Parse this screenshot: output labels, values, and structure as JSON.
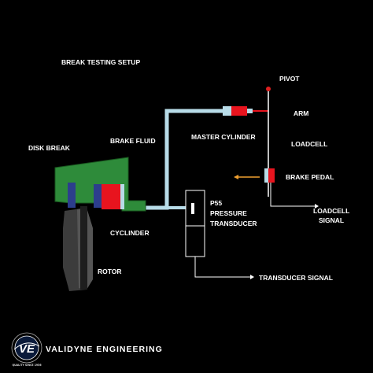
{
  "title": "BREAK TESTING SETUP",
  "labels": {
    "pivot": "PIVOT",
    "arm": "ARM",
    "master_cylinder": "MASTER CYLINDER",
    "loadcell": "LOADCELL",
    "brake_pedal": "BRAKE PEDAL",
    "loadcell_signal_1": "LOADCELL",
    "loadcell_signal_2": "SIGNAL",
    "disk_break": "DISK BREAK",
    "brake_fluid": "BRAKE FLUID",
    "cyclinder": "CYCLINDER",
    "rotor": "ROTOR",
    "p55_1": "P55",
    "p55_2": "PRESSURE",
    "p55_3": "TRANSDUCER",
    "transducer_signal": "TRANSDUCER SIGNAL"
  },
  "logo": {
    "text": "VALIDYNE ENGINEERING",
    "mark": "VE",
    "ring_text": "QUALITY SINCE 1956"
  },
  "colors": {
    "background": "#000000",
    "fluid_line": "#b8dce8",
    "caliper_green": "#2e8b3a",
    "cylinder_red": "#e8141e",
    "pad_blue": "#2c3e8c",
    "rotor_gray": "#4a4a4a",
    "arrow_orange": "#f0a030",
    "pivot_red": "#e02020"
  }
}
